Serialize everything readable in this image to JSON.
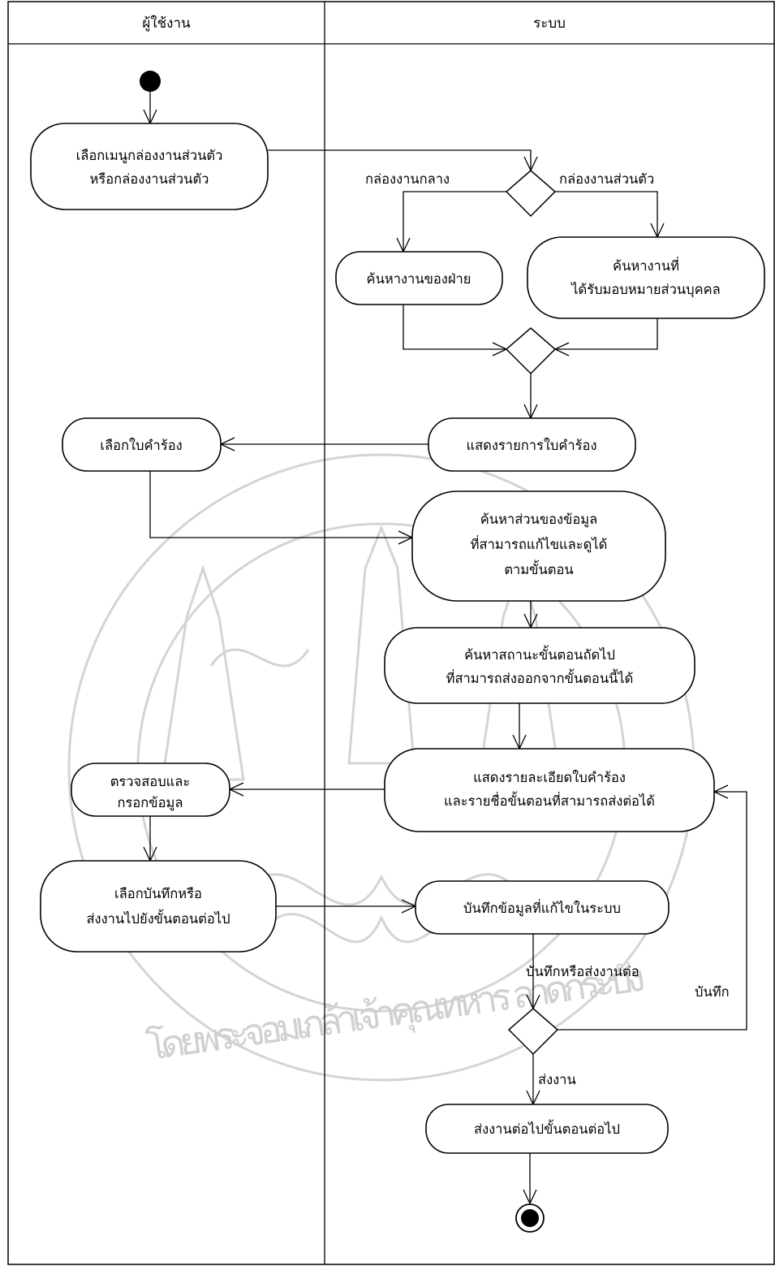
{
  "lanes": {
    "user": "ผู้ใช้งาน",
    "system": "ระบบ"
  },
  "activities": {
    "select_menu": [
      "เลือกเมนูกล่องงานส่วนตัว",
      "หรือกล่องงานส่วนตัว"
    ],
    "search_department": [
      "ค้นหางานของฝ่าย"
    ],
    "search_personal": [
      "ค้นหางานที่",
      "ได้รับมอบหมายส่วนบุคคล"
    ],
    "show_list": [
      "แสดงรายการใบคำร้อง"
    ],
    "select_form": [
      "เลือกใบคำร้อง"
    ],
    "search_data": [
      "ค้นหาส่วนของข้อมูล",
      "ที่สามารถแก้ไขและดูได้",
      "ตามขั้นตอน"
    ],
    "search_next_state": [
      "ค้นหาสถานะขั้นตอนถัดไป",
      "ที่สามารถส่งออกจากขั้นตอนนี้ได้"
    ],
    "show_detail": [
      "แสดงรายละเอียดใบคำร้อง",
      "และรายชื่อขั้นตอนที่สามารถส่งต่อได้"
    ],
    "check_fill": [
      "ตรวจสอบและ",
      "กรอกข้อมูล"
    ],
    "select_save_send": [
      "เลือกบันทึกหรือ",
      "ส่งงานไปยังขั้นตอนต่อไป"
    ],
    "save_data": [
      "บันทึกข้อมูลที่แก้ไขในระบบ"
    ],
    "send_next": [
      "ส่งงานต่อไปขั้นตอนต่อไป"
    ]
  },
  "guards": {
    "central_box": "กล่องงานกลาง",
    "personal_box": "กล่องงานส่วนตัว",
    "save_or_send": "บันทึกหรือส่งงานต่อ",
    "save": "บันทึก",
    "send": "ส่งงาน"
  },
  "watermark_text": "โดยพระจอมเกล้าเจ้าคุณทหาร ลาดกระบัง"
}
